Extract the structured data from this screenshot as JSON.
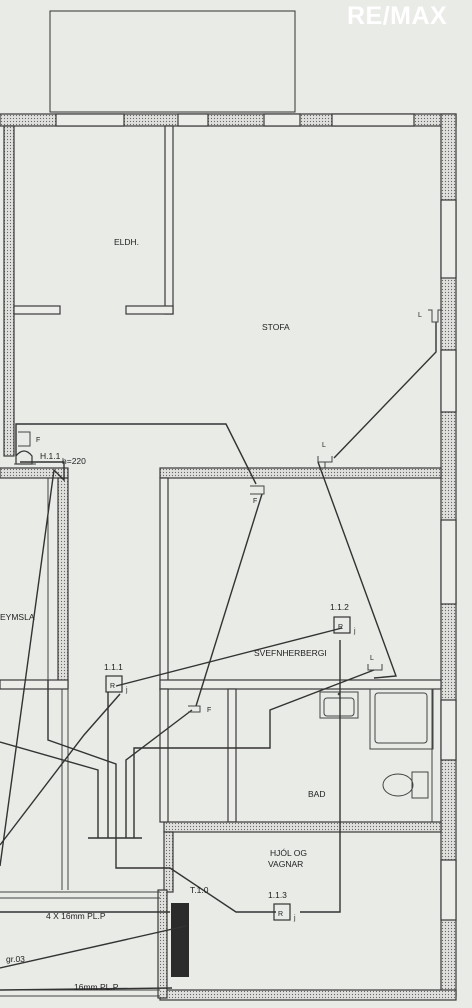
{
  "brand": {
    "logo_text": "RE/MAX",
    "logo_color": "#ffffff"
  },
  "rooms": {
    "eldhus": "ELDH.",
    "stofa": "STOFA",
    "geymsla": "EYMSLA",
    "svefnherbergi": "SVEFNHERBERGI",
    "bad": "BAD",
    "hjol_line1": "HJÓL OG",
    "hjol_line2": "VAGNAR"
  },
  "markers": {
    "l1": "L",
    "l2": "L",
    "l3": "L",
    "f1": "F",
    "f2": "F",
    "f3": "F",
    "r": "R",
    "j": "j",
    "h11": "H.1.1",
    "h220": "h=220",
    "id_111": "1.1.1",
    "id_112": "1.1.2",
    "id_113": "1.1.3",
    "t10": "T.1.0"
  },
  "pipes": {
    "pipe_4x16": "4 X 16mm PL.P",
    "pipe_16": "16mm PL.P",
    "gr03": "gr.03"
  },
  "colors": {
    "background": "#e9ebe7",
    "line": "#333333",
    "manifold": "#2b2b2b"
  }
}
